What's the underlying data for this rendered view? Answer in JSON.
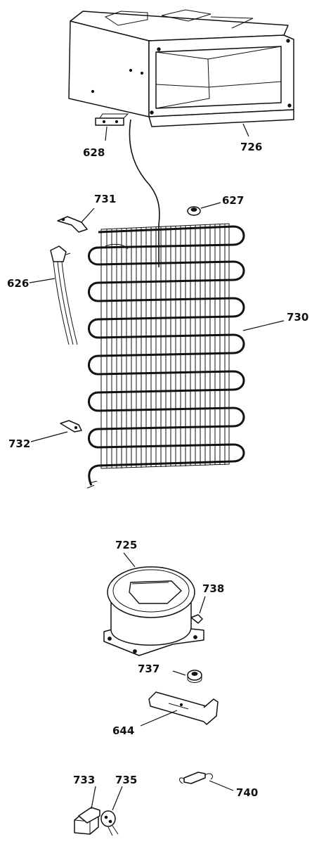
{
  "parts": {
    "p726": "726",
    "p628": "628",
    "p731": "731",
    "p627": "627",
    "p626": "626",
    "p730": "730",
    "p732": "732",
    "p725": "725",
    "p738": "738",
    "p737": "737",
    "p644": "644",
    "p733": "733",
    "p735": "735",
    "p740": "740"
  }
}
